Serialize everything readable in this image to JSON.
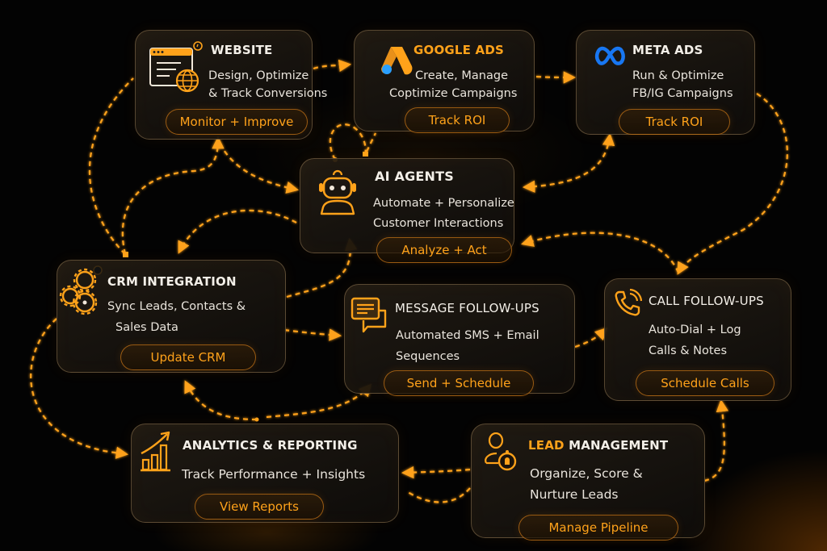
{
  "colors": {
    "accent": "#ffa21a",
    "background": "#030303",
    "card_border": "#a88c5f",
    "text": "#f3efe8",
    "meta_blue": "#1877f2",
    "google_blue": "#2aa0ff"
  },
  "nodes": {
    "website": {
      "icon": "browser-globe-icon",
      "title": "WEBSITE",
      "desc_line1": "Design, Optimize",
      "desc_line2": "& Track Conversions",
      "action": "Monitor + Improve"
    },
    "google_ads": {
      "icon": "google-ads-logo",
      "title": "GOOGLE ADS",
      "desc_line1": "Create, Manage",
      "desc_line2": "Coptimize Campaigns",
      "action": "Track ROI"
    },
    "meta_ads": {
      "icon": "meta-logo",
      "title": "META ADS",
      "desc_line1": "Run & Optimize",
      "desc_line2": "FB/IG Campaigns",
      "action": "Track ROI"
    },
    "ai_agents": {
      "icon": "robot-icon",
      "title": "AI AGENTS",
      "desc_line1": "Automate + Personalize",
      "desc_line2": "Customer Interactions",
      "action": "Analyze + Act"
    },
    "crm_integration": {
      "icon": "gears-icon",
      "title": "CRM INTEGRATION",
      "desc_line1": "Sync Leads, Contacts &",
      "desc_line2": "Sales Data",
      "action": "Update CRM"
    },
    "message_followups": {
      "icon": "chat-bubbles-icon",
      "title": "MESSAGE FOLLOW-UPS",
      "desc_line1": "Automated SMS + Email",
      "desc_line2": "Sequences",
      "action": "Send + Schedule"
    },
    "call_followups": {
      "icon": "phone-icon",
      "title": "CALL FOLLOW-UPS",
      "desc_line1": "Auto-Dial + Log",
      "desc_line2": "Calls & Notes",
      "action": "Schedule Calls"
    },
    "analytics_reporting": {
      "icon": "bar-chart-growth-icon",
      "title": "ANALYTICS & REPORTING",
      "desc_line1": "Track Performance + Insights",
      "action": "View Reports"
    },
    "lead_management": {
      "icon": "user-lead-icon",
      "title_accent": "LEAD",
      "title_rest": " MANAGEMENT",
      "desc_line1": "Organize, Score &",
      "desc_line2": "Nurture Leads",
      "action": "Manage Pipeline"
    }
  },
  "connections": [
    {
      "from": "website",
      "to": "google_ads"
    },
    {
      "from": "google_ads",
      "to": "meta_ads"
    },
    {
      "from": "website",
      "to": "ai_agents"
    },
    {
      "from": "crm_integration",
      "to": "website"
    },
    {
      "from": "google_ads",
      "to": "ai_agents"
    },
    {
      "from": "meta_ads",
      "to": "ai_agents"
    },
    {
      "from": "meta_ads",
      "to": "call_followups"
    },
    {
      "from": "call_followups",
      "to": "ai_agents"
    },
    {
      "from": "ai_agents",
      "to": "crm_integration"
    },
    {
      "from": "crm_integration",
      "to": "ai_agents"
    },
    {
      "from": "crm_integration",
      "to": "message_followups"
    },
    {
      "from": "message_followups",
      "to": "call_followups"
    },
    {
      "from": "crm_integration",
      "to": "analytics_reporting"
    },
    {
      "from": "analytics_reporting",
      "to": "crm_integration"
    },
    {
      "from": "analytics_reporting",
      "to": "message_followups"
    },
    {
      "from": "lead_management",
      "to": "analytics_reporting"
    },
    {
      "from": "lead_management",
      "to": "call_followups"
    }
  ]
}
